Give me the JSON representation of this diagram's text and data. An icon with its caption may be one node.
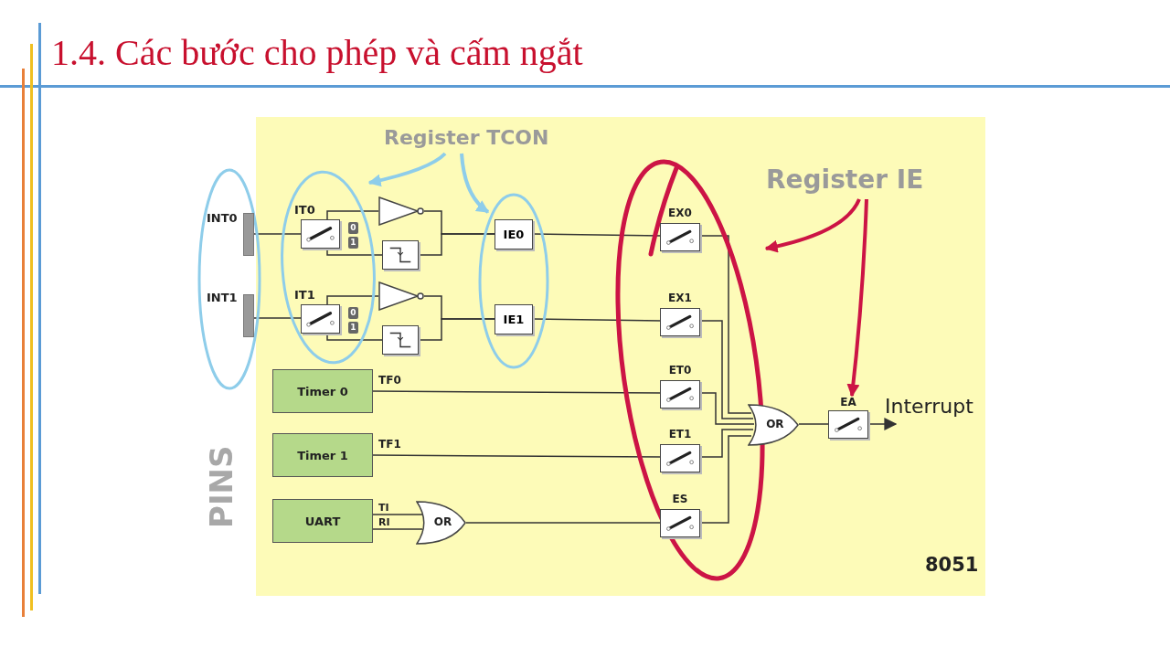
{
  "diagram": {
    "title": "1.4. Các bước cho phép và cấm ngắt",
    "nodes": [
      {
        "text": [],
        "shape": "ellipse"
      },
      {
        "text": [],
        "shape": "bar",
        "beside": [
          "INT0"
        ],
        "in": 0
      },
      {
        "text": [],
        "shape": "bar",
        "beside": [
          "INT1"
        ],
        "in": 0
      },
      {
        "text": [],
        "shape": "ellipse"
      },
      {
        "text": [
          "IT0"
        ],
        "in": 3
      },
      {
        "text": [
          "IT1"
        ],
        "in": 3
      },
      {
        "text": [],
        "shape": "triangle"
      },
      {
        "text": [],
        "shape": "box"
      },
      {
        "text": [],
        "shape": "triangle"
      },
      {
        "text": [],
        "shape": "box"
      },
      {
        "text": [],
        "shape": "ellipse"
      },
      {
        "text": [
          "IE0"
        ],
        "in": 10
      },
      {
        "text": [
          "IE1"
        ],
        "in": 10
      },
      {
        "text": [
          "Timer 0"
        ]
      },
      {
        "text": [
          "Timer 1"
        ]
      },
      {
        "text": [
          "UART"
        ]
      },
      {
        "text": [
          "OR"
        ]
      },
      {
        "text": [],
        "shape": "ellipse"
      },
      {
        "text": [
          "EX0"
        ],
        "in": 17
      },
      {
        "text": [
          "EX1"
        ],
        "in": 17
      },
      {
        "text": [
          "ET0"
        ],
        "in": 17
      },
      {
        "text": [
          "ET1"
        ],
        "in": 17
      },
      {
        "text": [
          "ES"
        ],
        "in": 17
      },
      {
        "text": [
          "OR"
        ]
      },
      {
        "text": [
          "EA"
        ]
      },
      {
        "text": [
          "Interrupt"
        ]
      },
      {
        "text": [
          "Register TCON"
        ]
      },
      {
        "text": [
          "Register IE"
        ]
      }
    ],
    "edges": [
      {
        "from": 1,
        "to": 4,
        "arrow": "none"
      },
      {
        "from": 4,
        "to": 6,
        "arrow": "none"
      },
      {
        "from": 4,
        "to": 7,
        "arrow": "none"
      },
      {
        "from": 6,
        "to": 11,
        "arrow": "none"
      },
      {
        "from": 7,
        "to": 11,
        "arrow": "none"
      },
      {
        "from": 11,
        "to": 18,
        "arrow": "none"
      },
      {
        "from": 2,
        "to": 5,
        "arrow": "none"
      },
      {
        "from": 5,
        "to": 8,
        "arrow": "none"
      },
      {
        "from": 5,
        "to": 9,
        "arrow": "none"
      },
      {
        "from": 8,
        "to": 12,
        "arrow": "none"
      },
      {
        "from": 9,
        "to": 12,
        "arrow": "none"
      },
      {
        "from": 12,
        "to": 19,
        "arrow": "none"
      },
      {
        "from": 13,
        "to": 20,
        "arrow": "none",
        "label": "TF0"
      },
      {
        "from": 14,
        "to": 21,
        "arrow": "none",
        "label": "TF1"
      },
      {
        "from": 15,
        "to": 16,
        "arrow": "none",
        "label": "TI"
      },
      {
        "from": 15,
        "to": 16,
        "arrow": "none",
        "label": "RI"
      },
      {
        "from": 16,
        "to": 22,
        "arrow": "none"
      },
      {
        "from": 18,
        "to": 23,
        "arrow": "none"
      },
      {
        "from": 19,
        "to": 23,
        "arrow": "none"
      },
      {
        "from": 20,
        "to": 23,
        "arrow": "none"
      },
      {
        "from": 21,
        "to": 23,
        "arrow": "none"
      },
      {
        "from": 22,
        "to": 23,
        "arrow": "none"
      },
      {
        "from": 23,
        "to": 24,
        "arrow": "none"
      },
      {
        "from": 24,
        "to": 25,
        "arrow": "to"
      },
      {
        "from": 26,
        "to": 3,
        "arrow": "to",
        "style": "thick",
        "color": "#8ecdea"
      },
      {
        "from": 26,
        "to": 10,
        "arrow": "to",
        "style": "thick",
        "color": "#8ecdea"
      },
      {
        "from": 27,
        "to": 17,
        "arrow": "to",
        "style": "thick",
        "color": "#cc1445"
      },
      {
        "from": 27,
        "to": 24,
        "arrow": "to",
        "style": "thick",
        "color": "#cc1445"
      }
    ],
    "labels": [
      "0",
      "1",
      "0",
      "1",
      "PINS",
      "8051"
    ]
  }
}
